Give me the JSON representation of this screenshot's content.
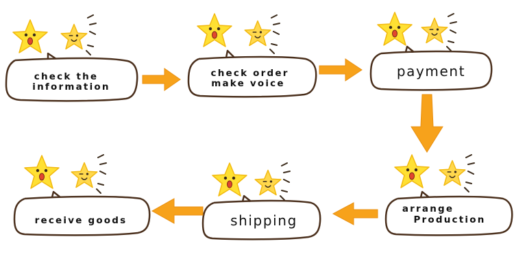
{
  "colors": {
    "star_big": "#FFE033",
    "star_small": "#FFD84D",
    "star_outline": "#F2B90F",
    "arrow": "#F7A21B",
    "bubble_stroke": "#4A2F1C",
    "bubble_fill": "#FFFFFF"
  },
  "icons": [
    "smiling-star-icon",
    "winking-star-icon",
    "sparkle-lines-icon",
    "process-arrow-icon"
  ],
  "steps": [
    {
      "lines": [
        "check the",
        "information"
      ]
    },
    {
      "lines": [
        "check order",
        "make voice"
      ]
    },
    {
      "lines": [
        "payment"
      ]
    },
    {
      "lines": [
        "arrange",
        "Production"
      ]
    },
    {
      "lines": [
        "shipping"
      ]
    },
    {
      "lines": [
        "receive goods"
      ]
    }
  ],
  "arrows": [
    {
      "from": 1,
      "to": 2,
      "direction": "right"
    },
    {
      "from": 2,
      "to": 3,
      "direction": "right"
    },
    {
      "from": 3,
      "to": 4,
      "direction": "down"
    },
    {
      "from": 4,
      "to": 5,
      "direction": "left"
    },
    {
      "from": 5,
      "to": 6,
      "direction": "left"
    }
  ]
}
